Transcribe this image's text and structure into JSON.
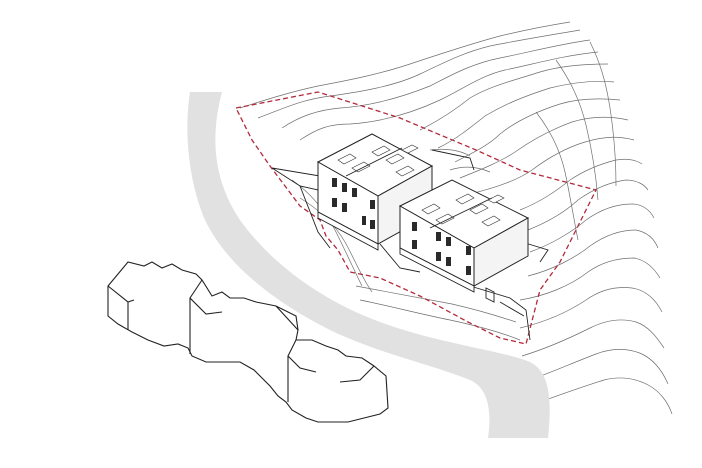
{
  "drawing": {
    "kind": "axonometric site plan",
    "colors": {
      "background": "#ffffff",
      "road": "#e1e1e1",
      "plot_boundary": "#b22a3a",
      "contours": "#6f6f6f",
      "linework": "#222222"
    },
    "elements": [
      "topographic-contours",
      "curved-road",
      "plot-boundary",
      "building-block-a",
      "building-block-b",
      "neighboring-building-outline"
    ]
  }
}
